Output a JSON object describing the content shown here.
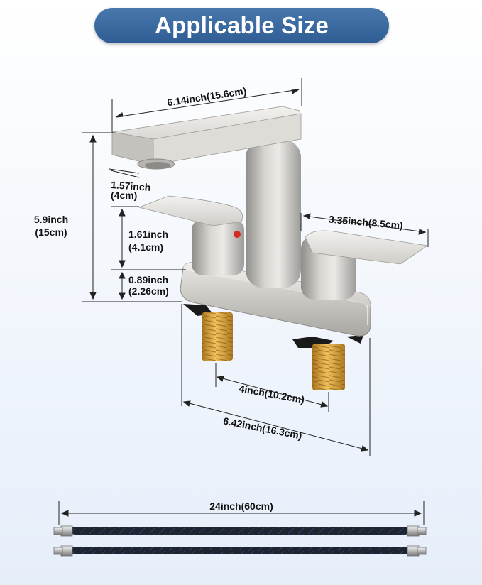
{
  "title": "Applicable Size",
  "dimensions": {
    "spout_length": "6.14inch(15.6cm)",
    "total_height": {
      "imperial": "5.9inch",
      "metric": "(15cm)"
    },
    "spout_to_handle": {
      "imperial": "1.57inch",
      "metric": "(4cm)"
    },
    "handle_height": {
      "imperial": "1.61inch",
      "metric": "(4.1cm)"
    },
    "base_height": {
      "imperial": "0.89inch",
      "metric": "(2.26cm)"
    },
    "handle_length": "3.35inch(8.5cm)",
    "center_spacing": "4inch(10.2cm)",
    "base_length": "6.42inch(16.3cm)",
    "hose_length": "24inch(60cm)"
  },
  "colors": {
    "banner": "#3a6aa2",
    "brushed_nickel": "#c8c6c1",
    "brass": "#d9a13a",
    "hose": "#1e2430",
    "hot_indicator": "#d42a1f"
  }
}
